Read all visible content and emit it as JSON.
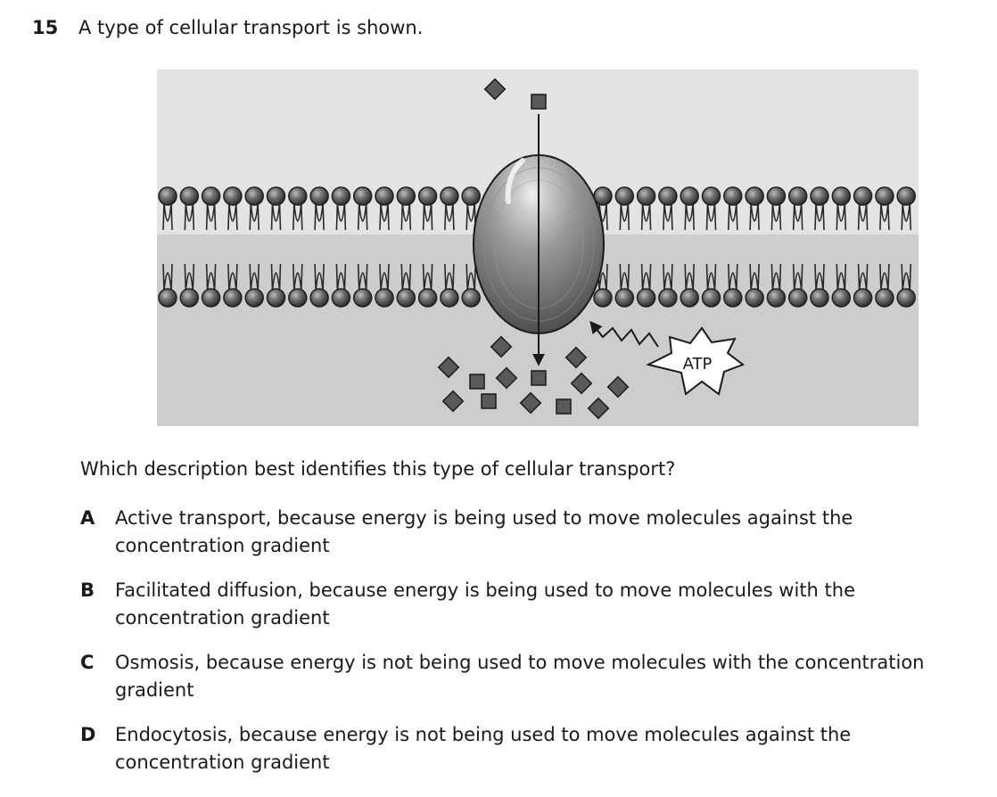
{
  "question": {
    "number": "15",
    "stem": "A type of cellular transport is shown.",
    "prompt": "Which description best identifies this type of cellular transport?",
    "choices": [
      {
        "letter": "A",
        "text": "Active transport, because energy is being used to move molecules against the concentration gradient"
      },
      {
        "letter": "B",
        "text": "Facilitated diffusion, because energy is being used to move molecules with the concentration gradient"
      },
      {
        "letter": "C",
        "text": "Osmosis, because energy is not being used to move molecules with the concentration gradient"
      },
      {
        "letter": "D",
        "text": "Endocytosis, because energy is not being used to move molecules against the concentration gradient"
      }
    ]
  },
  "figure": {
    "atp_label": "ATP",
    "colors": {
      "outside": "#e3e3e3",
      "inside": "#cdcdcd",
      "lipid_head": "#6a6a6a",
      "protein": "#8a8a8a",
      "molecule": "#5a5a5a"
    }
  }
}
